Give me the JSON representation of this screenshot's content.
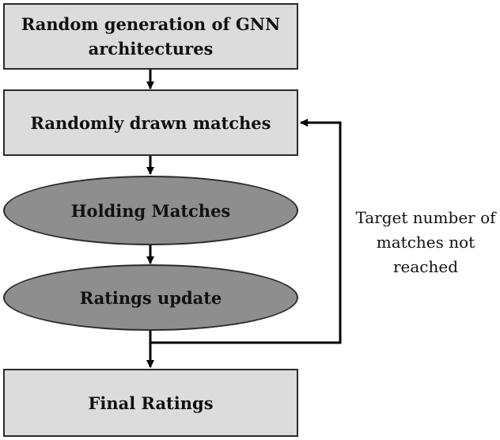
{
  "nodes": {
    "random_generation": "Random generation of GNN architectures",
    "random_matches": "Randomly drawn matches",
    "holding_matches": "Holding Matches",
    "ratings_update": "Ratings update",
    "final_ratings": "Final Ratings"
  },
  "loop_label": "Target number of matches not reached",
  "colors": {
    "rect_fill": "#dcdcdc",
    "ellipse_fill": "#8e8e8e",
    "stroke": "#000000"
  }
}
